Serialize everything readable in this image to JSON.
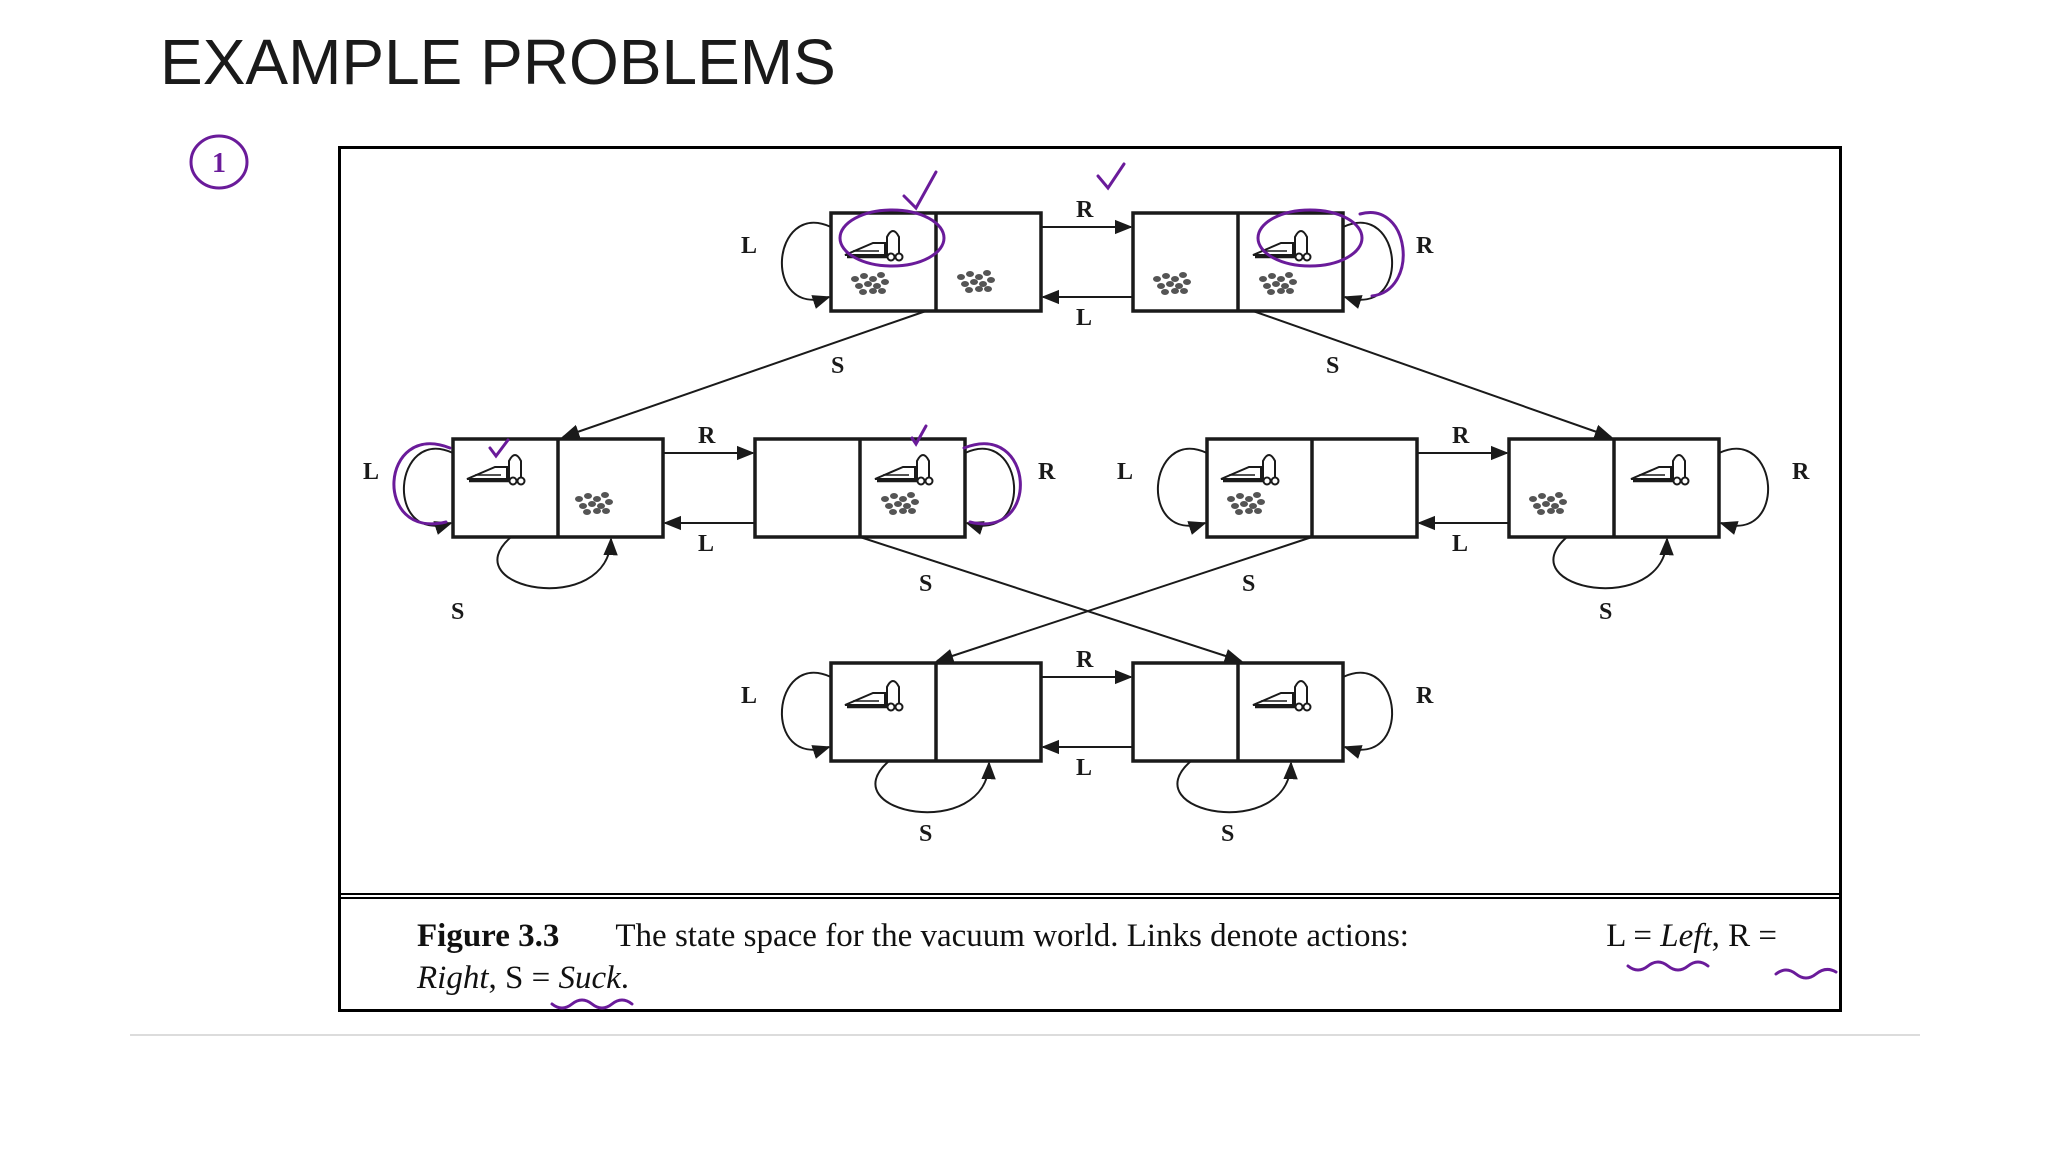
{
  "slide": {
    "title": "EXAMPLE PROBLEMS"
  },
  "figure": {
    "caption_label": "Figure 3.3",
    "caption_part1": "The state space for the vacuum world.  Links denote actions:",
    "caption_L": "L =",
    "caption_left": "Left",
    "caption_R": ", R =",
    "caption_right": "Right",
    "caption_S": ", S =",
    "caption_suck": "Suck",
    "caption_end": "."
  },
  "diagram": {
    "labels": {
      "left": "L",
      "right": "R",
      "suck": "S"
    }
  },
  "annotations": {
    "number": "1",
    "ink_color": "#6a1b9a"
  },
  "colors": {
    "line": "#1a1a1a",
    "border": "#000000",
    "ink": "#6a1b9a"
  }
}
